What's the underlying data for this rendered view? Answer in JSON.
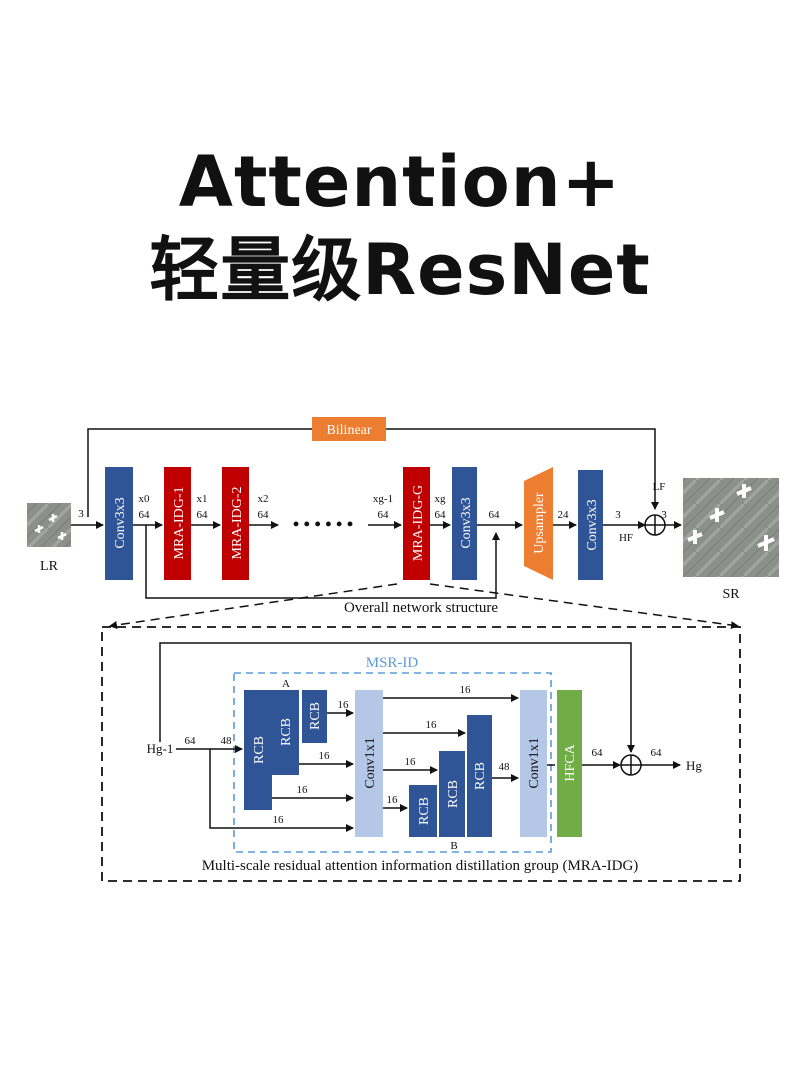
{
  "title": {
    "line1": "Attention+",
    "line2": "轻量级ResNet"
  },
  "colors": {
    "conv": "#2f5597",
    "mra": "#c00000",
    "bilinear": "#ed7d31",
    "upsampler": "#ed7d31",
    "rcb": "#2f5597",
    "conv1x1": "#b4c7e7",
    "hfca": "#70ad47",
    "msr_border": "#5b9bd5"
  },
  "overall": {
    "bilinear": "Bilinear",
    "lr_label": "LR",
    "sr_label": "SR",
    "conv_first": "Conv3x3",
    "mra1": "MRA-IDG-1",
    "mra2": "MRA-IDG-2",
    "mrag": "MRA-IDG-G",
    "conv_mid": "Conv3x3",
    "upsampler": "Upsampler",
    "conv_last": "Conv3x3",
    "dots": "• • • • • •",
    "caption": "Overall network structure",
    "n_in": "3",
    "x0": "x0",
    "n_x0": "64",
    "x1": "x1",
    "n_x1": "64",
    "x2": "x2",
    "n_x2": "64",
    "xg1": "xg-1",
    "n_xg1": "64",
    "xg": "xg",
    "n_xg": "64",
    "n_mid": "64",
    "n_up": "24",
    "n_last": "3",
    "hf": "HF",
    "lf": "LF",
    "n_out": "3"
  },
  "detail": {
    "msr_title": "MSR-ID",
    "rcb": "RCB",
    "conv1x1": "Conv1x1",
    "hfca": "HFCA",
    "a": "A",
    "b": "B",
    "hin": "Hg-1",
    "hout": "Hg",
    "n64_in": "64",
    "n48_in": "48",
    "n16": "16",
    "n48_out": "48",
    "n64_hfca": "64",
    "n64_out": "64",
    "caption": "Multi-scale residual attention information distillation group (MRA-IDG)"
  }
}
